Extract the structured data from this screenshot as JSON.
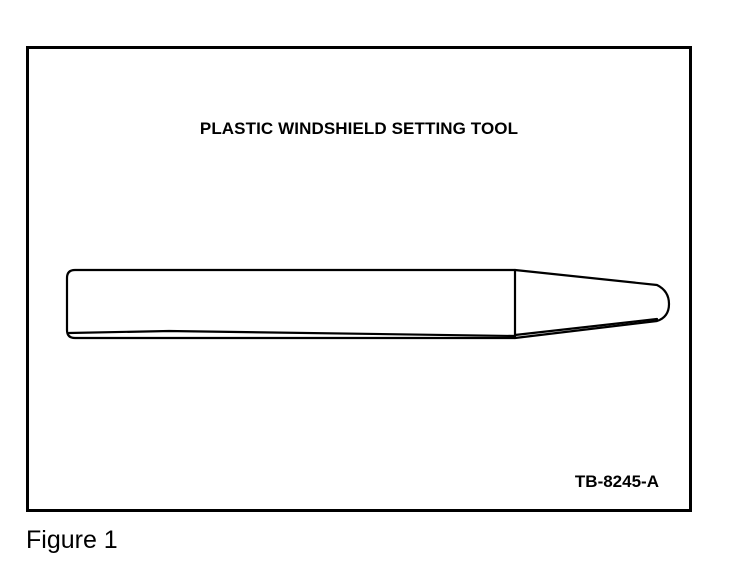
{
  "figure": {
    "title": "PLASTIC WINDSHIELD SETTING TOOL",
    "code": "TB-8245-A",
    "caption": "Figure 1"
  },
  "colors": {
    "ink": "#000000",
    "paper": "#ffffff"
  }
}
